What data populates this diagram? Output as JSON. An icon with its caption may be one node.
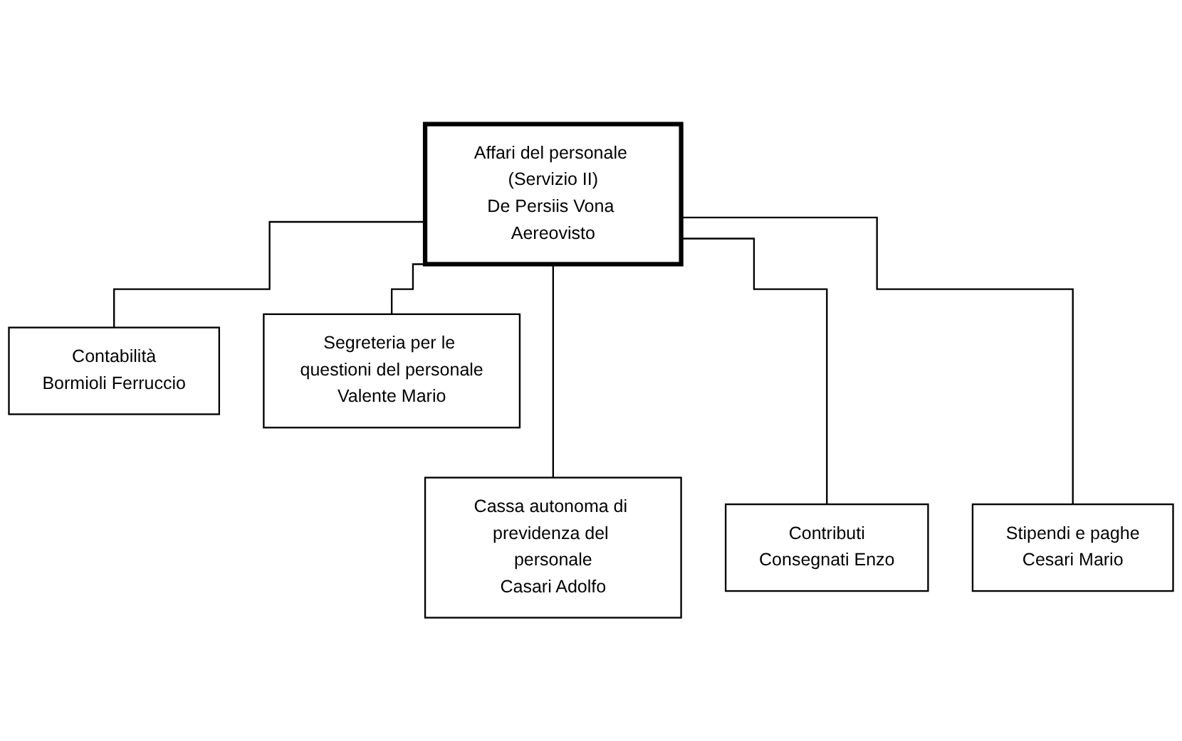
{
  "diagram": {
    "nodes": [
      {
        "text": [
          "Affari del personale (Servizio II)",
          "De Persiis Vona Aereovisto"
        ]
      },
      {
        "text": [
          "Contabilità",
          "Bormioli Ferruccio"
        ]
      },
      {
        "text": [
          "Segreteria per le questioni del personale",
          "Valente Mario"
        ]
      },
      {
        "text": [
          "Cassa autonoma di previdenza del personale",
          "Casari Adolfo"
        ]
      },
      {
        "text": [
          "Contributi",
          "Consegnati Enzo"
        ]
      },
      {
        "text": [
          "Stipendi e paghe",
          "Cesari Mario"
        ]
      }
    ],
    "edges": [
      {
        "from": 0,
        "to": 1,
        "arrow": "none"
      },
      {
        "from": 0,
        "to": 2,
        "arrow": "none"
      },
      {
        "from": 0,
        "to": 3,
        "arrow": "none"
      },
      {
        "from": 0,
        "to": 4,
        "arrow": "none"
      },
      {
        "from": 0,
        "to": 5,
        "arrow": "none"
      }
    ]
  }
}
